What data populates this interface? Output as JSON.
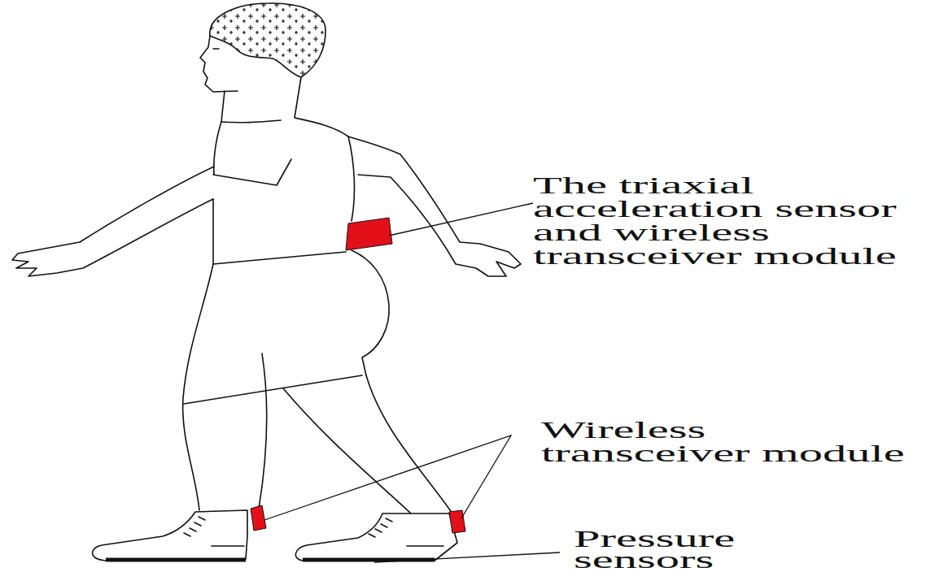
{
  "diagram": {
    "labels": [
      "The triaxial acceleration sensor and wireless transceiver module",
      "Wireless transceiver module",
      "Pressure sensors"
    ]
  }
}
